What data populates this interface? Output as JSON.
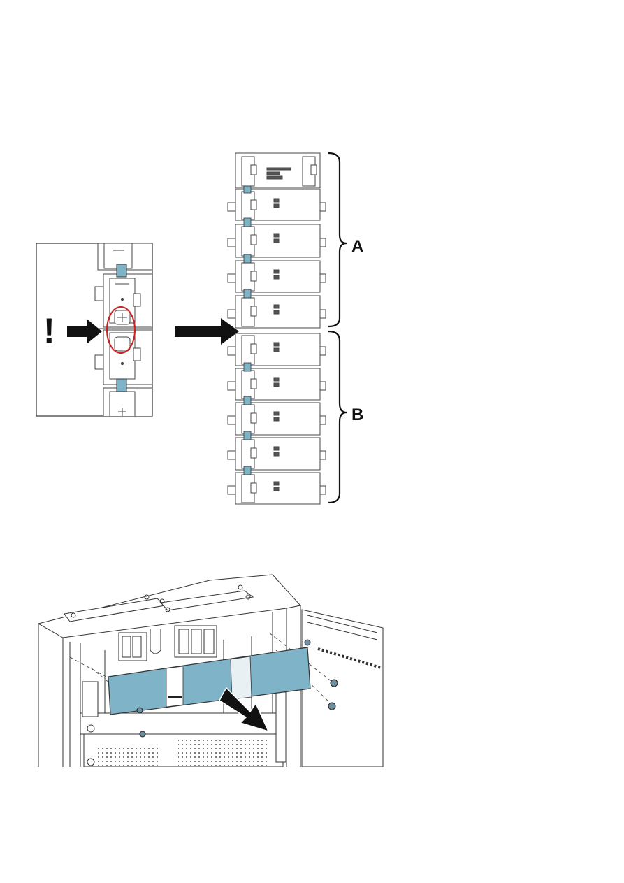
{
  "figure_top": {
    "warning_mark": "!",
    "group_labels": [
      {
        "id": "A",
        "text": "A",
        "module_count": 5
      },
      {
        "id": "B",
        "text": "B",
        "module_count": 5
      }
    ],
    "colors": {
      "link_bar": "#7fb3c8",
      "highlight_circle": "#cc2222",
      "outline": "#333333"
    }
  },
  "figure_bottom": {
    "colors": {
      "cover_panel": "#7fb3c8",
      "cabinet_line": "#333333"
    }
  }
}
